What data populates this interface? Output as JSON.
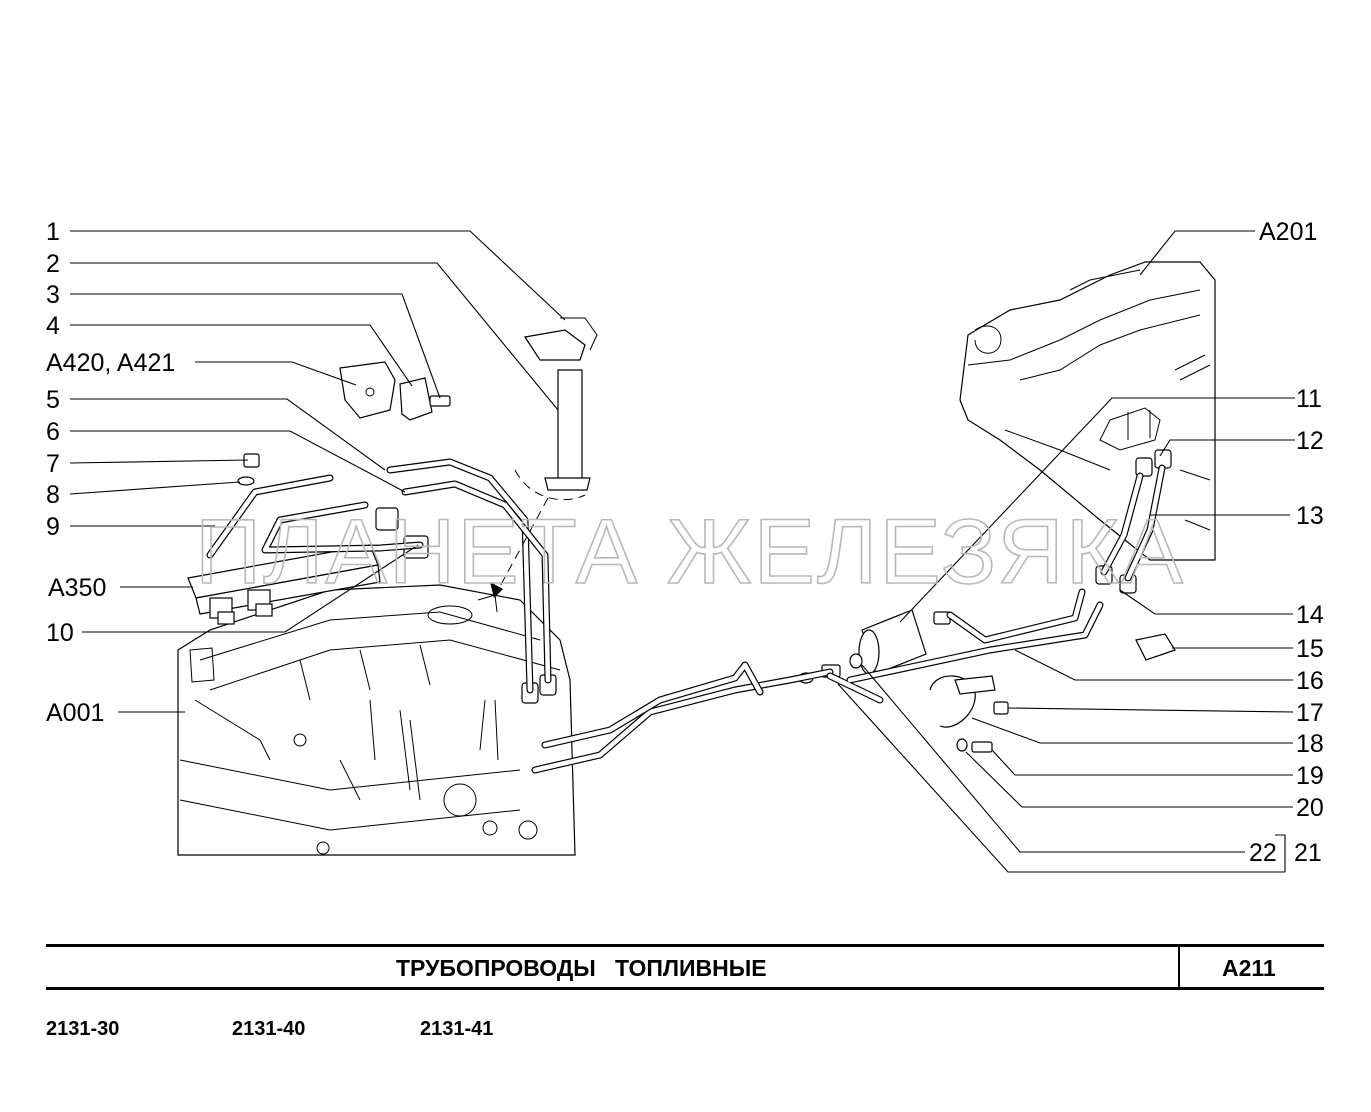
{
  "title": "ТРУБОПРОВОДЫ   ТОПЛИВНЫЕ",
  "code": "A211",
  "watermark": "ПЛАНЕТА ЖЕЛЕЗЯКА",
  "models": [
    "2131-30",
    "2131-40",
    "2131-41"
  ],
  "callouts_left": [
    "1",
    "2",
    "3",
    "4",
    "A420, A421",
    "5",
    "6",
    "7",
    "8",
    "9",
    "A350",
    "10",
    "A001"
  ],
  "callouts_right": [
    "A201",
    "11",
    "12",
    "13",
    "14",
    "15",
    "16",
    "17",
    "18",
    "19",
    "20",
    "22",
    "21"
  ]
}
